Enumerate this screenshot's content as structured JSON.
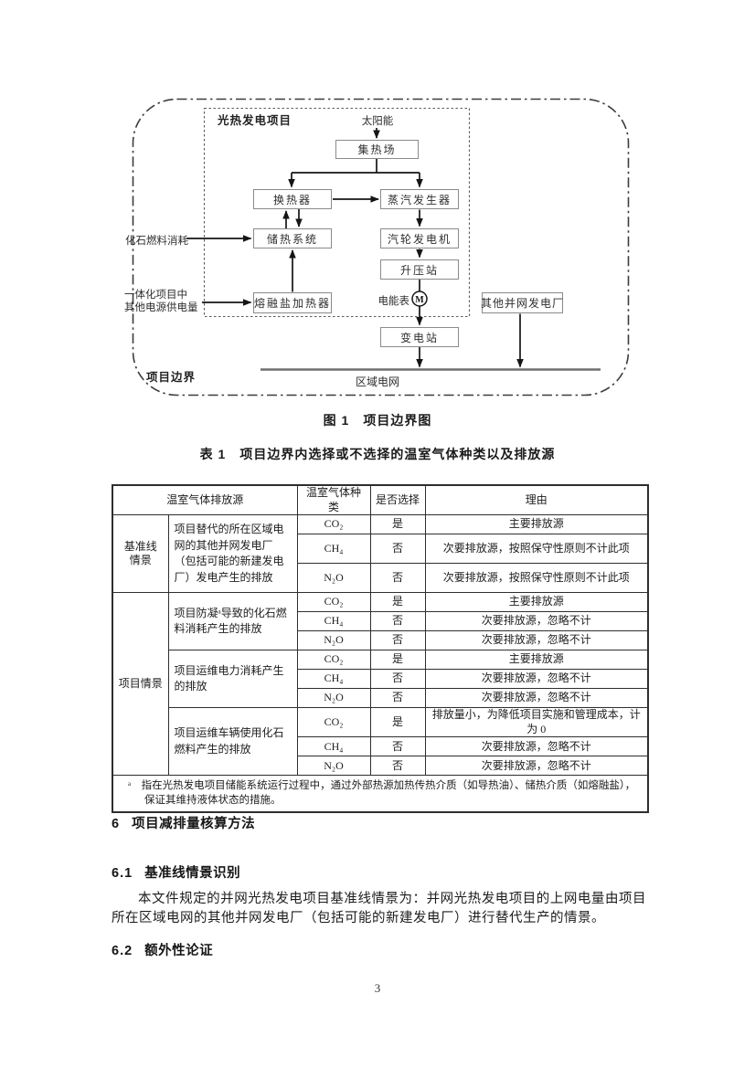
{
  "figure": {
    "project_label": "光热发电项目",
    "boundary_label": "项目边界",
    "caption": "图 1　项目边界图",
    "nodes": {
      "solar": "太阳能",
      "collector_field": "集热场",
      "heat_exchanger": "换热器",
      "steam_generator": "蒸汽发生器",
      "thermal_storage": "储热系统",
      "turbine_generator": "汽轮发电机",
      "stepup_station": "升压站",
      "meter_label": "电能表",
      "meter_symbol": "M",
      "molten_salt_heater": "熔融盐加热器",
      "substation": "变电站",
      "other_plants": "其他并网发电厂",
      "regional_grid": "区域电网",
      "fossil_fuel_input": "化石燃料消耗",
      "integrated_supply_line1": "一体化项目中",
      "integrated_supply_line2": "其他电源供电量"
    }
  },
  "table": {
    "caption": "表 1　项目边界内选择或不选择的温室气体种类以及排放源",
    "headers": {
      "source": "温室气体排放源",
      "gas": "温室气体种类",
      "selected": "是否选择",
      "reason": "理由"
    },
    "scenarios": [
      {
        "name_lines": [
          "基准线",
          "情景"
        ],
        "sources": [
          {
            "desc": "项目替代的所在区域电网的其他并网发电厂（包括可能的新建发电厂）发电产生的排放",
            "rows": [
              {
                "gas": "CO₂",
                "sel": "是",
                "reason": "主要排放源"
              },
              {
                "gas": "CH₄",
                "sel": "否",
                "reason": "次要排放源，按照保守性原则不计此项"
              },
              {
                "gas": "N₂O",
                "sel": "否",
                "reason": "次要排放源，按照保守性原则不计此项"
              }
            ]
          }
        ]
      },
      {
        "name_lines": [
          "项目情景"
        ],
        "sources": [
          {
            "desc": "项目防凝ᵃ导致的化石燃料消耗产生的排放",
            "rows": [
              {
                "gas": "CO₂",
                "sel": "是",
                "reason": "主要排放源"
              },
              {
                "gas": "CH₄",
                "sel": "否",
                "reason": "次要排放源，忽略不计"
              },
              {
                "gas": "N₂O",
                "sel": "否",
                "reason": "次要排放源，忽略不计"
              }
            ]
          },
          {
            "desc": "项目运维电力消耗产生的排放",
            "rows": [
              {
                "gas": "CO₂",
                "sel": "是",
                "reason": "主要排放源"
              },
              {
                "gas": "CH₄",
                "sel": "否",
                "reason": "次要排放源，忽略不计"
              },
              {
                "gas": "N₂O",
                "sel": "否",
                "reason": "次要排放源，忽略不计"
              }
            ]
          },
          {
            "desc": "项目运维车辆使用化石燃料产生的排放",
            "rows": [
              {
                "gas": "CO₂",
                "sel": "是",
                "reason": "排放量小，为降低项目实施和管理成本，计为 0"
              },
              {
                "gas": "CH₄",
                "sel": "否",
                "reason": "次要排放源，忽略不计"
              },
              {
                "gas": "N₂O",
                "sel": "否",
                "reason": "次要排放源，忽略不计"
              }
            ]
          }
        ]
      }
    ],
    "footnote": "ᵃ　指在光热发电项目储能系统运行过程中，通过外部热源加热传热介质（如导热油）、储热介质（如熔融盐），保证其维持液体状态的措施。"
  },
  "sections": {
    "h6_num": "6",
    "h6_title": "项目减排量核算方法",
    "h61_num": "6.1",
    "h61_title": "基准线情景识别",
    "p61": "本文件规定的并网光热发电项目基准线情景为：并网光热发电项目的上网电量由项目所在区域电网的其他并网发电厂（包括可能的新建发电厂）进行替代生产的情景。",
    "h62_num": "6.2",
    "h62_title": "额外性论证"
  },
  "page_number": "3"
}
